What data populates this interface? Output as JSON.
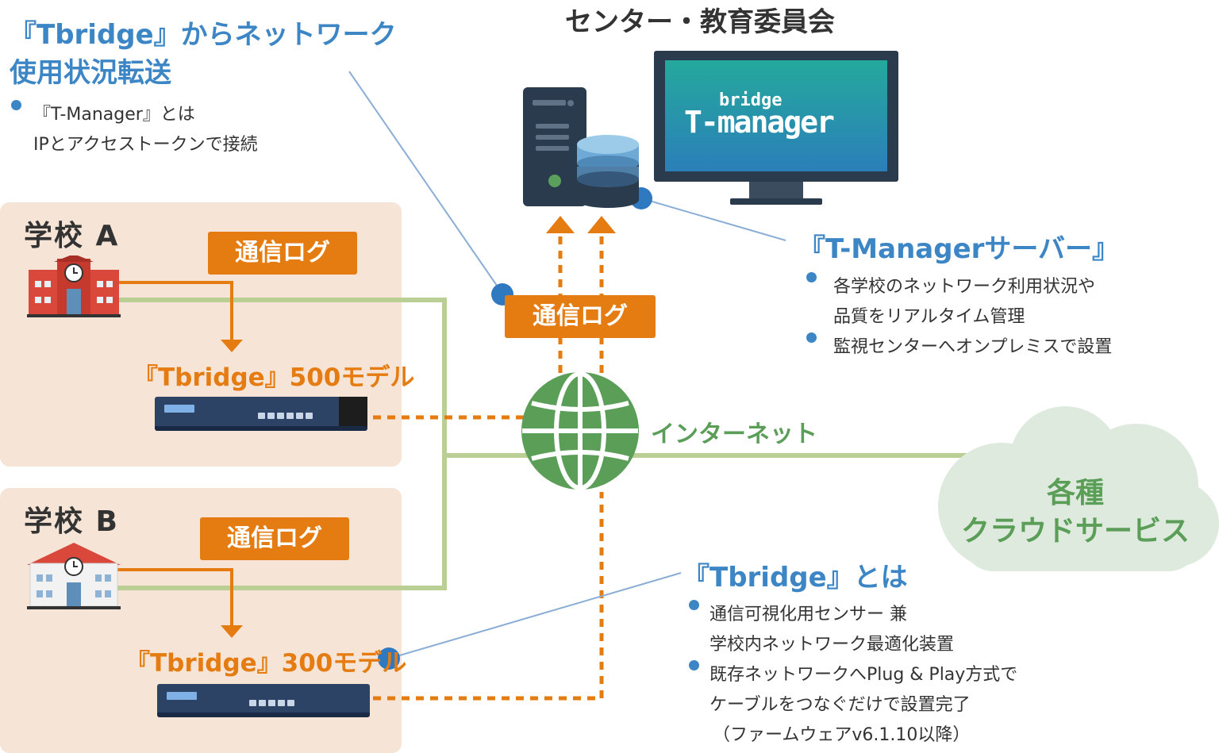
{
  "center": {
    "title": "センター・教育委員会",
    "monitor_logo_top": "bridge",
    "monitor_logo_bottom": "T-manager"
  },
  "transfer": {
    "title_line1": "『Tbridge』からネットワーク",
    "title_line2": "使用状況転送",
    "bullet_line1": "『T-Manager』とは",
    "bullet_line2": "IPとアクセストークンで接続"
  },
  "school_a": {
    "title": "学校 A",
    "log_badge": "通信ログ",
    "model": "『Tbridge』500モデル"
  },
  "school_b": {
    "title": "学校 B",
    "log_badge": "通信ログ",
    "model": "『Tbridge』300モデル"
  },
  "center_log_badge": "通信ログ",
  "internet_label": "インターネット",
  "cloud": {
    "line1": "各種",
    "line2": "クラウドサービス"
  },
  "tmanager_server": {
    "title": "『T-Managerサーバー』",
    "bullet1_line1": "各学校のネットワーク利用状況や",
    "bullet1_line2": "品質をリアルタイム管理",
    "bullet2": "監視センターへオンプレミスで設置"
  },
  "tbridge_info": {
    "title": "『Tbridge』とは",
    "bullet1_line1": "通信可視化用センサー 兼",
    "bullet1_line2": "学校内ネットワーク最適化装置",
    "bullet2_line1": "既存ネットワークへPlug & Play方式で",
    "bullet2_line2": "ケーブルをつなぐだけで設置完了",
    "bullet2_line3": "（ファームウェアv6.1.10以降）"
  },
  "colors": {
    "orange": "#e57c12",
    "blue": "#3c86c6",
    "green": "#5a9e58",
    "line_green": "#b9cf94",
    "panel": "#f6e4d6",
    "cloud": "#dfeade",
    "monitor_screen": "#2a9a9c"
  },
  "icons": [
    "school-building-icon",
    "server-icon",
    "database-icon",
    "monitor-icon",
    "globe-icon",
    "cloud-icon",
    "network-appliance-icon"
  ]
}
